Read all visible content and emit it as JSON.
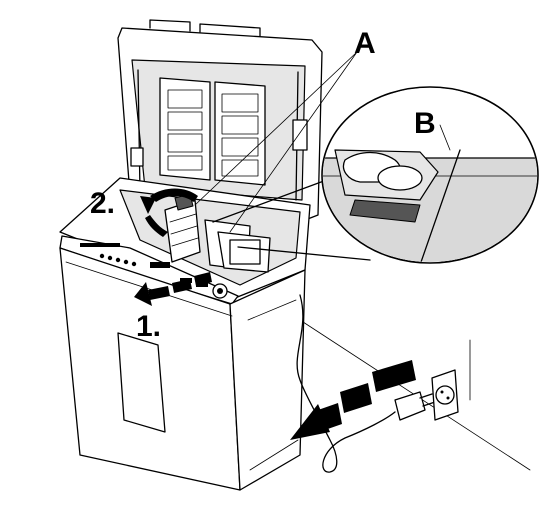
{
  "labels": {
    "a": "A",
    "b": "B",
    "step_1": "1.",
    "step_2": "2."
  },
  "colors": {
    "line": "#000000",
    "background": "#ffffff",
    "magnifier_fill": "#d9d9d9"
  }
}
